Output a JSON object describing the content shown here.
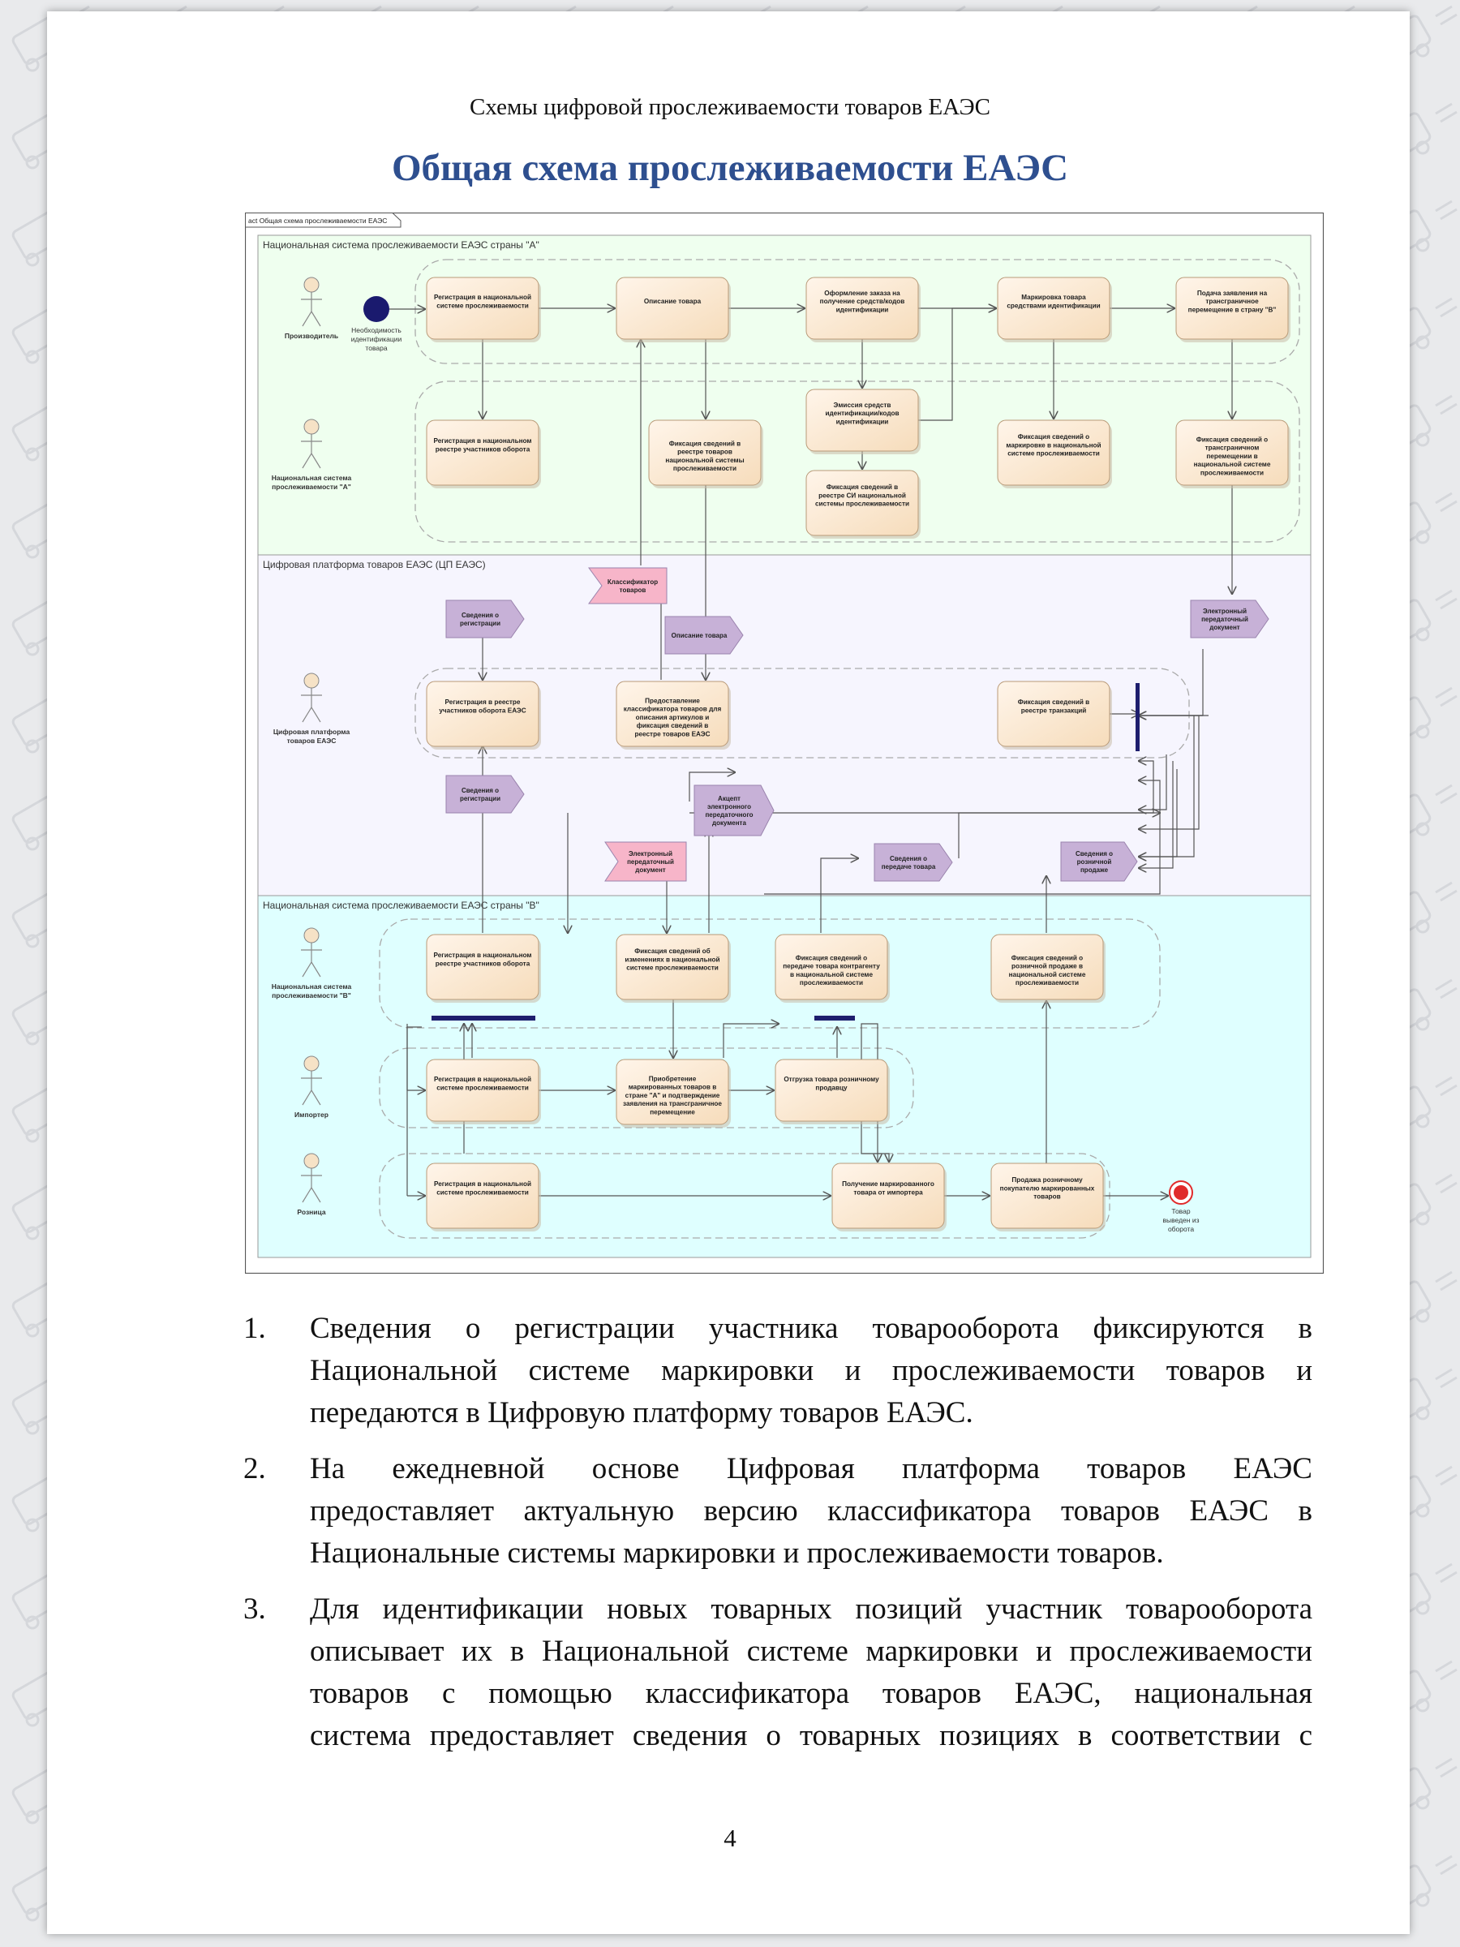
{
  "running_header": "Схемы цифровой прослеживаемости товаров ЕАЭС",
  "title": "Общая схема прослеживаемости ЕАЭС",
  "diagram": {
    "frame_tab": "act Общая схема прослеживаемости ЕАЭС",
    "lanes": {
      "a": "Национальная система прослеживаемости ЕАЭС страны \"А\"",
      "platform": "Цифровая платформа товаров ЕАЭС (ЦП ЕАЭС)",
      "b": "Национальная система прослеживаемости ЕАЭС страны \"В\""
    },
    "actors": {
      "producer": "Производитель",
      "natsys_a_1": "Национальная система",
      "natsys_a_2": "прослеживаемости \"А\"",
      "platform_1": "Цифровая платформа",
      "platform_2": "товаров ЕАЭС",
      "natsys_b_1": "Национальная система",
      "natsys_b_2": "прослеживаемости \"В\"",
      "importer": "Импортер",
      "retail": "Розница"
    },
    "start_label": [
      "Необходимость",
      "идентификации",
      "товара"
    ],
    "end_label": [
      "Товар",
      "выведен из",
      "оборота"
    ],
    "activities": {
      "a1": [
        "Регистрация в национальной",
        "системе прослеживаемости"
      ],
      "a2": [
        "Описание товара"
      ],
      "a3": [
        "Оформление заказа на",
        "получение средств/кодов",
        "идентификации"
      ],
      "a4": [
        "Маркировка товара",
        "средствами идентификации"
      ],
      "a5": [
        "Подача заявления на",
        "трансграничное",
        "перемещение в страну \"В\""
      ],
      "a6": [
        "Регистрация в национальном",
        "реестре участников оборота"
      ],
      "a7": [
        "Фиксация сведений в",
        "реестре товаров",
        "национальной системы",
        "прослеживаемости"
      ],
      "a8": [
        "Эмиссия средств",
        "идентификации/кодов",
        "идентификации"
      ],
      "a9": [
        "Фиксация сведений в",
        "реестре СИ национальной",
        "системы прослеживаемости"
      ],
      "a10": [
        "Фиксация сведений о",
        "маркировке в национальной",
        "системе прослеживаемости"
      ],
      "a11": [
        "Фиксация сведений о",
        "трансграничном",
        "перемещении в",
        "национальной системе",
        "прослеживаемости"
      ],
      "p1": [
        "Регистрация в реестре",
        "участников оборота ЕАЭС"
      ],
      "p2": [
        "Предоставление",
        "классификатора товаров для",
        "описания артикулов и",
        "фиксация сведений в",
        "реестре товаров ЕАЭС"
      ],
      "p3": [
        "Фиксация сведений в",
        "реестре транзакций"
      ],
      "b1": [
        "Регистрация в национальном",
        "реестре участников оборота"
      ],
      "b2": [
        "Фиксация сведений об",
        "изменениях в национальной",
        "системе прослеживаемости"
      ],
      "b3": [
        "Фиксация сведений о",
        "передаче товара контрагенту",
        "в национальной системе",
        "прослеживаемости"
      ],
      "b4": [
        "Фиксация сведений о",
        "розничной продаже в",
        "национальной системе",
        "прослеживаемости"
      ],
      "i1": [
        "Регистрация в национальной",
        "системе прослеживаемости"
      ],
      "i2": [
        "Приобретение",
        "маркированных товаров в",
        "стране \"А\" и подтверждение",
        "заявления на трансграничное",
        "перемещение"
      ],
      "i3": [
        "Отгрузка товара розничному",
        "продавцу"
      ],
      "r1": [
        "Регистрация в национальной",
        "системе прослеживаемости"
      ],
      "r2": [
        "Получение маркированного",
        "товара от импортера"
      ],
      "r3": [
        "Продажа розничному",
        "покупателю маркированных",
        "товаров"
      ]
    },
    "signals": {
      "s1": [
        "Сведения о",
        "регистрации"
      ],
      "s2": [
        "Классификатор",
        "товаров"
      ],
      "s3": [
        "Описание товара"
      ],
      "s4": [
        "Электронный",
        "передаточный",
        "документ"
      ],
      "s5": [
        "Сведения о",
        "регистрации"
      ],
      "s6": [
        "Акцепт",
        "электронного",
        "передаточного",
        "документа"
      ],
      "s7": [
        "Электронный",
        "передаточный",
        "документ"
      ],
      "s8": [
        "Сведения о",
        "передаче товара"
      ],
      "s9": [
        "Сведения о",
        "розничной",
        "продаже"
      ]
    },
    "colors": {
      "lane_a": "#efffef",
      "lane_platform": "#f6f5fe",
      "lane_b": "#dfffff",
      "activity_fill": "#fbe6cc",
      "signal_purple": "#c7b1d7",
      "signal_pink": "#f7b5c9",
      "title_blue": "#2e4f8f"
    }
  },
  "items": [
    {
      "num": "1.",
      "lines": [
        "Сведения о регистрации участника товарооборота фиксируются в",
        "Национальной системе маркировки и прослеживаемости товаров и",
        "передаются в Цифровую платформу товаров ЕАЭС."
      ]
    },
    {
      "num": "2.",
      "lines": [
        "На ежедневной основе Цифровая платформа товаров ЕАЭС",
        "предоставляет актуальную версию классификатора товаров ЕАЭС в",
        "Национальные системы маркировки и прослеживаемости товаров."
      ]
    },
    {
      "num": "3.",
      "lines": [
        "Для идентификации новых товарных позиций участник товарооборота",
        "описывает их в Национальной системе маркировки и прослеживаемости",
        "товаров с помощью классификатора товаров ЕАЭС, национальная",
        "система предоставляет сведения о товарных позициях в соответствии с"
      ]
    }
  ],
  "page_number": "4"
}
